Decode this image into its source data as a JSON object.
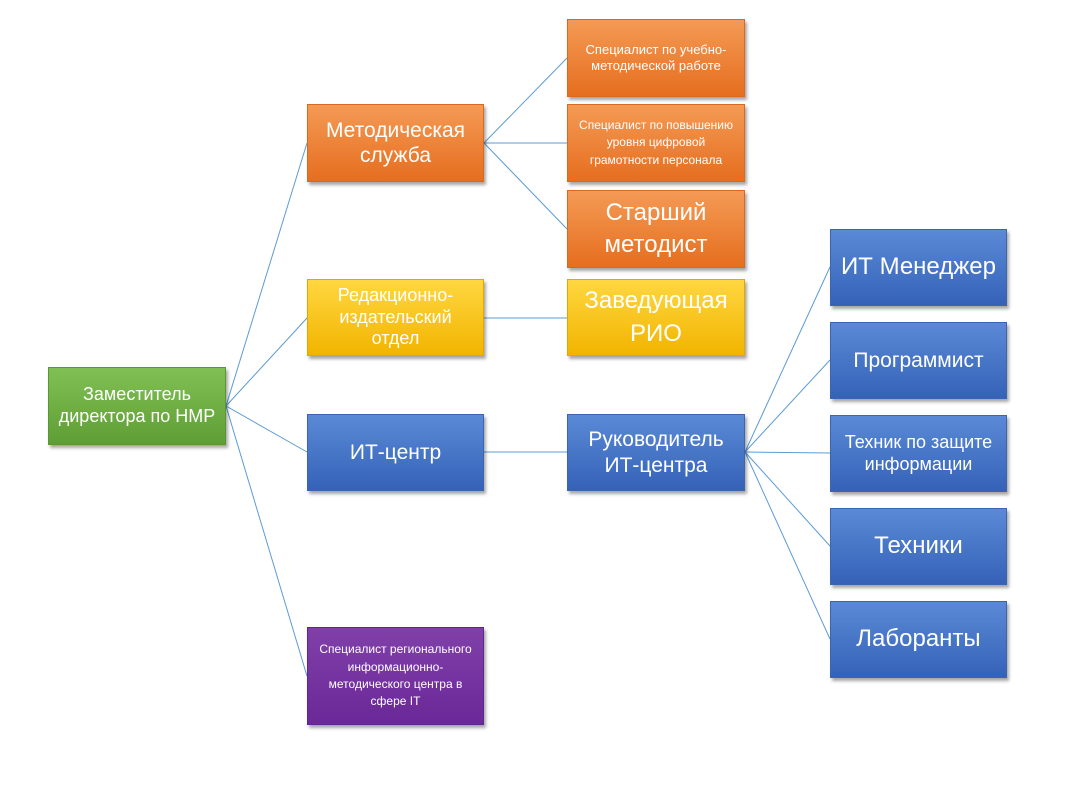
{
  "nodes": {
    "root": "Заместитель директора по НМР",
    "method_service": "Методическая служба",
    "editorial": "Редакционно-издательский отдел",
    "it_center": "ИТ-центр",
    "regional_specialist": "Специалист регионального информационно-методического центра в сфере IT",
    "spec_educational": "Специалист по учебно-методической работе",
    "spec_digital": "Специалист по повышению уровня цифровой грамотности персонала",
    "senior_methodist": "Старший методист",
    "head_rio": "Заведующая РИО",
    "head_it": "Руководитель ИТ-центра",
    "it_manager": "ИТ Менеджер",
    "programmer": "Программист",
    "security_tech": "Техник по защите информации",
    "technicians": "Техники",
    "lab_assistants": "Лаборанты"
  },
  "colors": {
    "root": "#6aaa3f",
    "orange": "#ed7d31",
    "yellow": "#ffc000",
    "blue": "#4472c4",
    "purple": "#7030a0",
    "connector": "#5b9bd5"
  }
}
